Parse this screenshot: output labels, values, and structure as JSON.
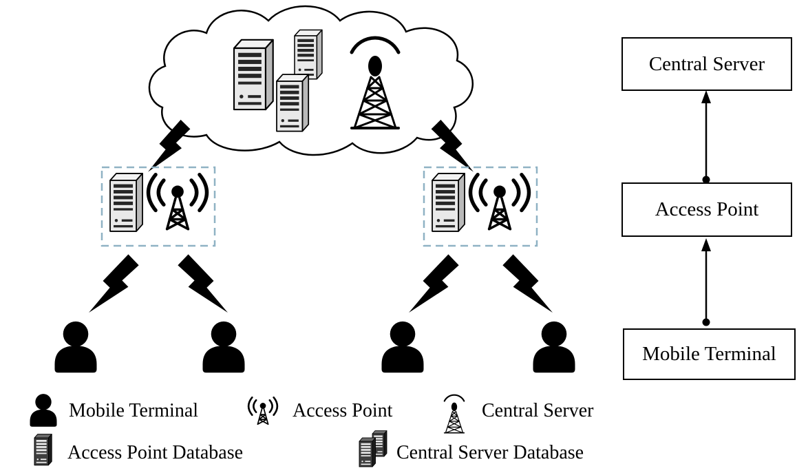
{
  "colors": {
    "background": "#ffffff",
    "line": "#000000",
    "dashed_box_border": "#8fb2c4",
    "server_front": "#e9e9e9",
    "server_side": "#b9b9b9",
    "server_top": "#f2f2f2",
    "server_slot": "#262626",
    "dark_server_front": "#3f3f3f",
    "dark_server_slot": "#ededed"
  },
  "diagram": {
    "cloud": {
      "contains": [
        "central-server-database-racks",
        "central-server-tower"
      ]
    },
    "access_points": 2,
    "mobile_terminals": 4,
    "link_style": "lightning-bolt"
  },
  "hierarchy": {
    "boxes": [
      {
        "id": "central-server",
        "label": "Central Server"
      },
      {
        "id": "access-point",
        "label": "Access Point"
      },
      {
        "id": "mobile-terminal",
        "label": "Mobile Terminal"
      }
    ]
  },
  "legend": {
    "items_row1": [
      {
        "icon": "mobile-terminal-icon",
        "label": "Mobile Terminal"
      },
      {
        "icon": "access-point-icon",
        "label": "Access Point"
      },
      {
        "icon": "central-server-icon",
        "label": "Central Server"
      }
    ],
    "items_row2": [
      {
        "icon": "access-point-database-icon",
        "label": "Access Point Database"
      },
      {
        "icon": "central-server-database-icon",
        "label": "Central Server Database"
      }
    ]
  }
}
